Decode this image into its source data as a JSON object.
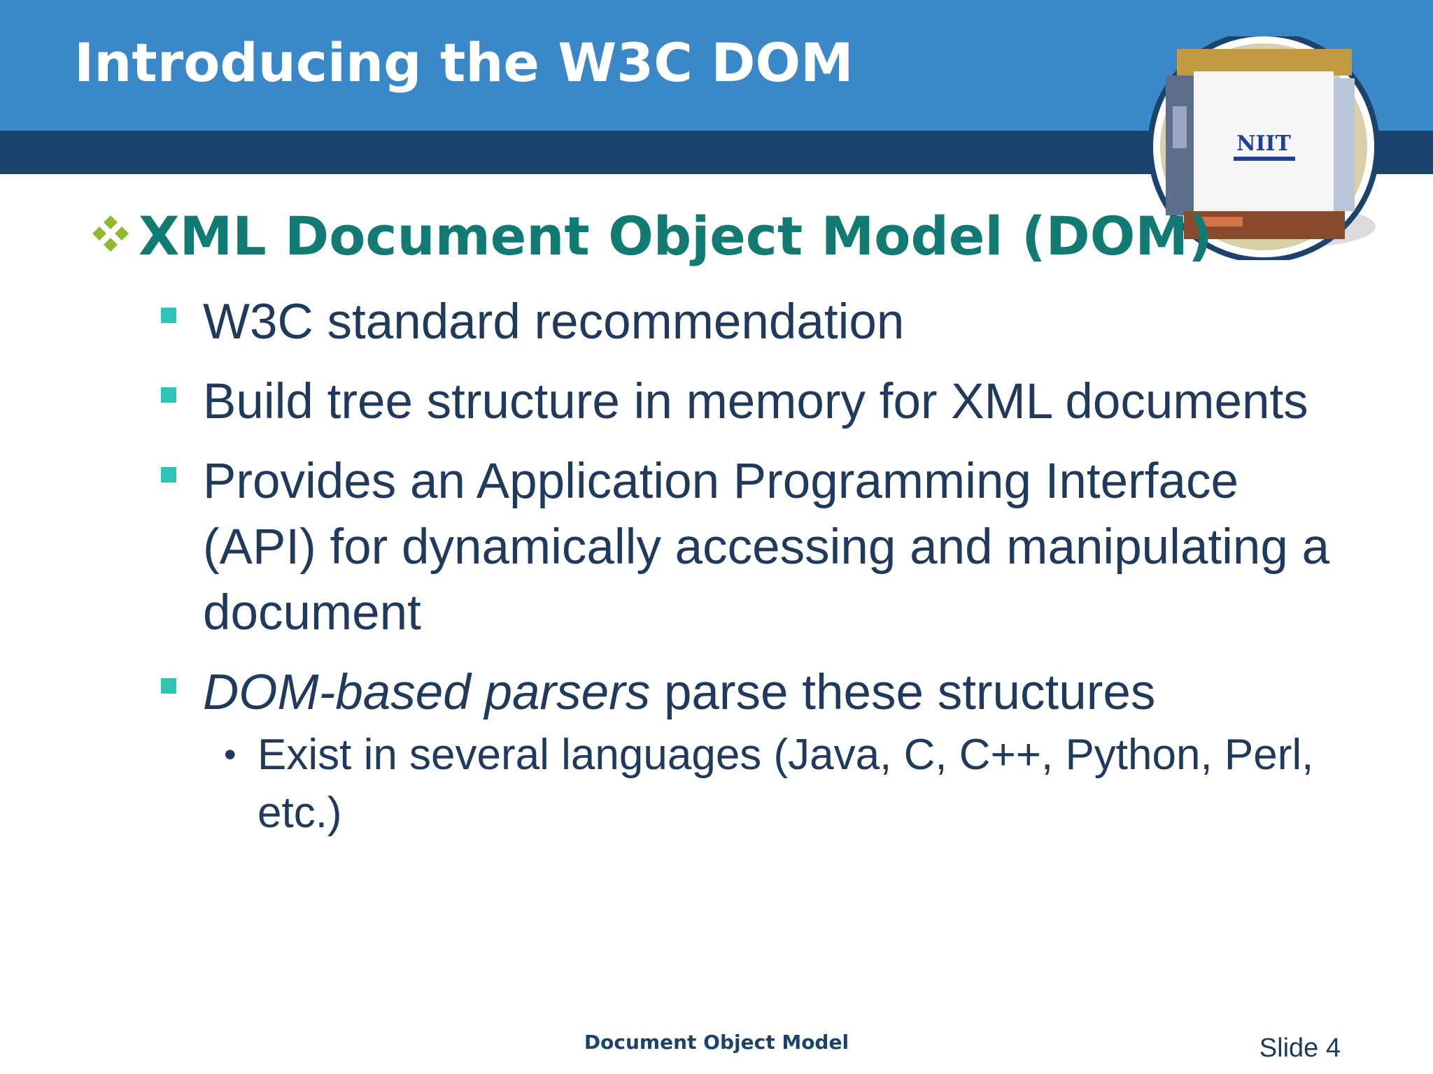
{
  "slide": {
    "title": "Introducing the W3C DOM",
    "heading": "XML Document Object Model (DOM)",
    "bullets": {
      "b1": "W3C standard recommendation",
      "b2": "Build tree structure in memory for XML documents",
      "b3": "Provides an Application Programming Interface (API) for dynamically accessing and manipulating a document",
      "b4_italic": "DOM-based parsers",
      "b4_rest": " parse these structures",
      "sub1": "Exist in several languages (Java, C, C++, Python, Perl, etc.)"
    }
  },
  "logo": {
    "text": "NIIT",
    "icon": "niit-logo-badge"
  },
  "footer": {
    "title": "Document Object Model",
    "slide_number": "Slide 4"
  },
  "colors": {
    "header_blue": "#3b88c8",
    "header_dark": "#1c436b",
    "heading_teal": "#117a72",
    "bullet_teal": "#2ec4b6",
    "diamond_green": "#8dbb2b",
    "body_text": "#1f3a5c"
  }
}
